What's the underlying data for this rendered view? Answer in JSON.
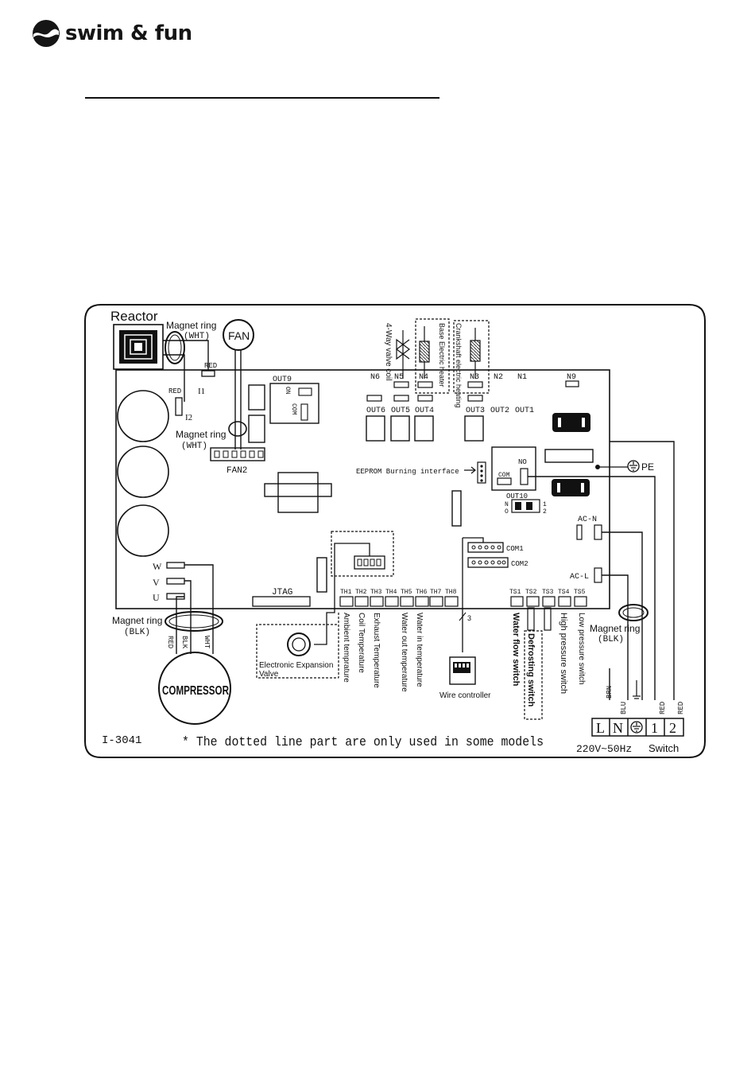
{
  "brand": {
    "name": "swim & fun",
    "logo_icon": "wave-circle-logo",
    "color": "#151515"
  },
  "diagram": {
    "reactor": "Reactor",
    "magnet_ring_wht_1": "Magnet ring",
    "magnet_ring_wht_1_color": "(WHT)",
    "fan": "FAN",
    "red_wire_1": "RED",
    "red_wire_2": "RED",
    "i1": "I1",
    "i2": "I2",
    "magnet_ring_wht_2": "Magnet ring",
    "magnet_ring_wht_2_color": "(WHT)",
    "fan2": "FAN2",
    "out9": "OUT9",
    "on": "ON",
    "com_out9": "COM",
    "four_way_valve": "4-Way valve coil",
    "base_heater": "Base Electric heater",
    "crankshaft_heater": "Crankshaft electric heating",
    "n_labels": [
      "N6",
      "N5",
      "N4",
      "N3",
      "N2",
      "N1",
      "N9"
    ],
    "out_labels": [
      "OUT6",
      "OUT5",
      "OUT4",
      "OUT3",
      "OUT2",
      "OUT1"
    ],
    "eeprom": "EEPROM Burning interface",
    "relay_com": "COM",
    "relay_no": "NO",
    "out10": "OUT10",
    "out10_n": "N",
    "out10_o": "O",
    "out10_1": "1",
    "out10_2": "2",
    "pe": "PE",
    "ac_n": "AC-N",
    "ac_l": "AC-L",
    "com1": "COM1",
    "com2": "COM2",
    "w": "W",
    "v": "V",
    "u": "U",
    "jtag": "JTAG",
    "th_labels": [
      "TH1",
      "TH2",
      "TH3",
      "TH4",
      "TH5",
      "TH6",
      "TH7",
      "TH8"
    ],
    "ts_labels": [
      "TS1",
      "TS2",
      "TS3",
      "TS4",
      "TS5"
    ],
    "magnet_ring_blk_1": "Magnet ring",
    "magnet_ring_blk_1_color": "(BLK)",
    "magnet_ring_blk_2": "Magnet ring",
    "magnet_ring_blk_2_color": "(BLK)",
    "compressor_wires": [
      "RED",
      "BLK",
      "WHT"
    ],
    "compressor": "COMPRESSOR",
    "eev": "Electronic Expansion Valve",
    "eev_line1": "Electronic Expansion",
    "eev_line2": "Valve",
    "sensors": [
      "Ambient temprature",
      "Coil Temperature",
      "Exhaust Temperature",
      "Water out temperature",
      "Water in temperature"
    ],
    "wire_count": "3",
    "wire_controller": "Wire controller",
    "switches": [
      "Water flow switch",
      "Defrosting switch",
      "High pressure switch",
      "Low pressure switch"
    ],
    "terminal_wires": [
      "BRN",
      "BLU",
      "RED",
      "RED"
    ],
    "terminals": [
      "L",
      "N",
      "1",
      "2"
    ],
    "ground_symbol": "earth-ground-icon",
    "model": "I-3041",
    "note": "* The dotted line part are only used in some models",
    "supply": "220V~50Hz",
    "switch": "Switch"
  }
}
